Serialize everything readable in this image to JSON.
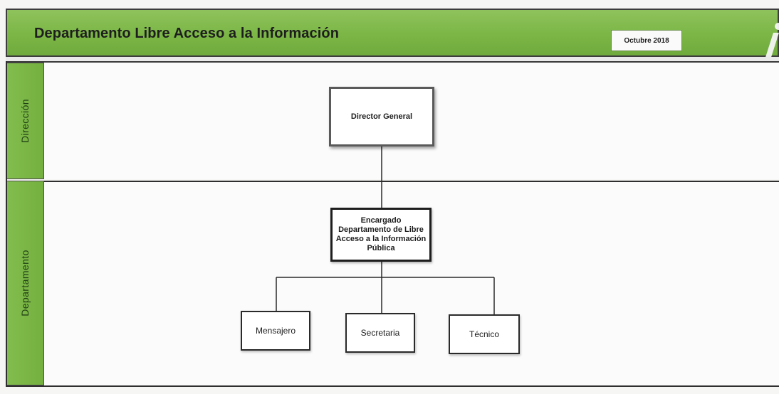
{
  "header": {
    "title": "Departamento Libre Acceso a la Información",
    "date": "Octubre 2018"
  },
  "lanes": [
    {
      "label": "Dirección"
    },
    {
      "label": "Departamento"
    }
  ],
  "org_chart": {
    "director": "Director General",
    "manager": "Encargado Departamento de Libre Acceso a la Información Pública",
    "staff": [
      "Mensajero",
      "Secretaria",
      "Técnico"
    ]
  },
  "colors": {
    "header_green": "#7bb646",
    "lane_green": "#7bb646",
    "border": "#2f2f2f"
  },
  "icons": {
    "logo": "green-i-logo-icon"
  }
}
